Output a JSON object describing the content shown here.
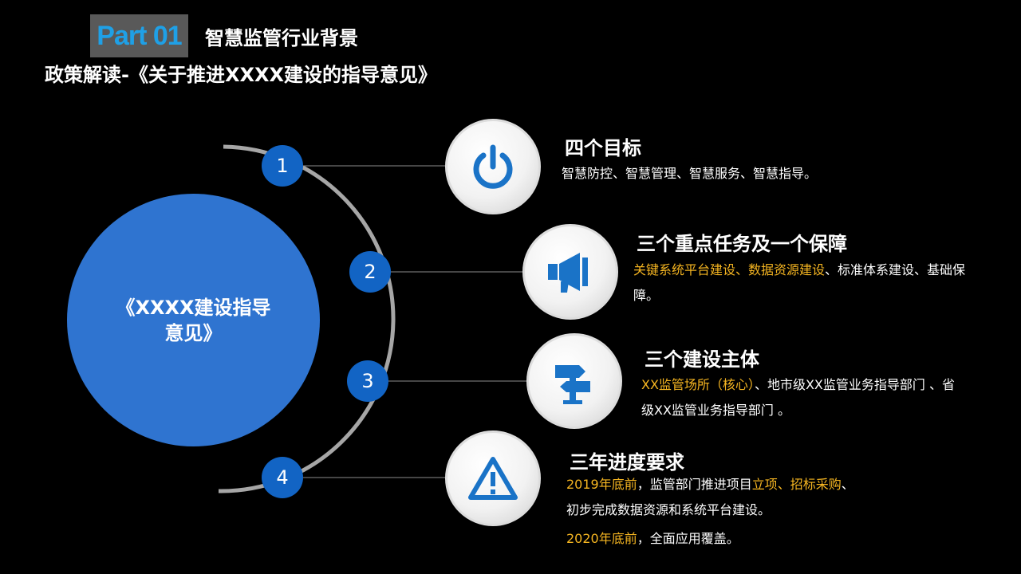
{
  "header": {
    "badge": "Part 01",
    "section_title": "智慧监管行业背景",
    "subtitle": "政策解读-《关于推进XXXX建设的指导意见》"
  },
  "center": {
    "text": "《XXXX建设指导意见》"
  },
  "colors": {
    "background": "#000000",
    "badge_bg": "#595959",
    "badge_text": "#1fa0e6",
    "main_circle": "#2f74d0",
    "number_circle": "#1264c4",
    "icon_color": "#1a73c7",
    "highlight": "#f5b521",
    "arc": "#a6a6a6"
  },
  "items": [
    {
      "number": "1",
      "icon": "power-icon",
      "title": "四个目标",
      "text": "智慧防控、智慧管理、智慧服务、智慧指导。"
    },
    {
      "number": "2",
      "icon": "megaphone-icon",
      "title": "三个重点任务及一个保障",
      "text_hl": "关键系统平台建设、数据资源建设",
      "text_rest": "、标准体系建设、基础保障。"
    },
    {
      "number": "3",
      "icon": "signpost-icon",
      "title": "三个建设主体",
      "text_hl": "XX监管场所（核心）",
      "text_rest": "、地市级XX监管业务指导部门 、省级XX监管业务指导部门 。"
    },
    {
      "number": "4",
      "icon": "warning-icon",
      "title": "三年进度要求",
      "line1_hl_a": "2019年底前",
      "line1_mid": "，监管部门推进项目",
      "line1_hl_b": "立项、招标采购",
      "line1_end": "、",
      "line2": "初步完成数据资源和系统平台建设。",
      "line3_hl": "2020年底前",
      "line3_rest": "，全面应用覆盖。"
    }
  ]
}
